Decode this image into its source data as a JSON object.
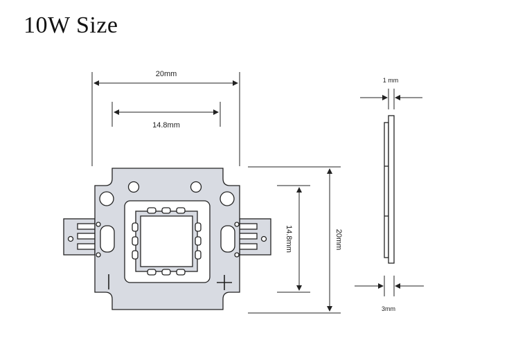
{
  "title": "10W Size",
  "dimensions": {
    "width_outer": "20mm",
    "width_inner": "14.8mm",
    "height_inner": "14.8mm",
    "height_outer": "20mm",
    "thickness_top": "1 mm",
    "thickness_bottom": "3mm"
  },
  "colors": {
    "board_fill": "#d8dbe2",
    "line": "#222222"
  }
}
